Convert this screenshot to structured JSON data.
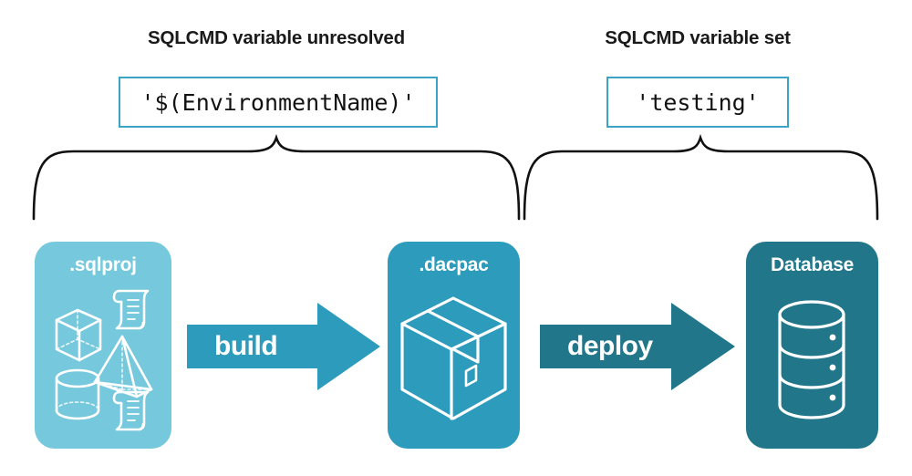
{
  "sections": [
    {
      "title": "SQLCMD variable unresolved",
      "value": "'$(EnvironmentName)'"
    },
    {
      "title": "SQLCMD variable set",
      "value": "'testing'"
    }
  ],
  "cards": [
    {
      "label": ".sqlproj",
      "color": "#76c8dd",
      "icons": [
        "cube-icon",
        "pyramid-icon",
        "cylinder-icon",
        "script-scroll-icon",
        "script-scroll-icon"
      ]
    },
    {
      "label": ".dacpac",
      "color": "#2c9bbc",
      "icons": [
        "package-box-icon"
      ]
    },
    {
      "label": "Database",
      "color": "#22768a",
      "icons": [
        "database-cylinder-icon"
      ]
    }
  ],
  "arrows": [
    {
      "label": "build",
      "color": "#2c9bbc"
    },
    {
      "label": "deploy",
      "color": "#22768a"
    }
  ],
  "colors": {
    "light_blue": "#76c8dd",
    "mid_teal": "#2c9bbc",
    "dark_teal": "#22768a",
    "box_border": "#3ba3c4",
    "brace_stroke": "#111111",
    "text_dark": "#1a1a1a",
    "background": "#ffffff"
  }
}
